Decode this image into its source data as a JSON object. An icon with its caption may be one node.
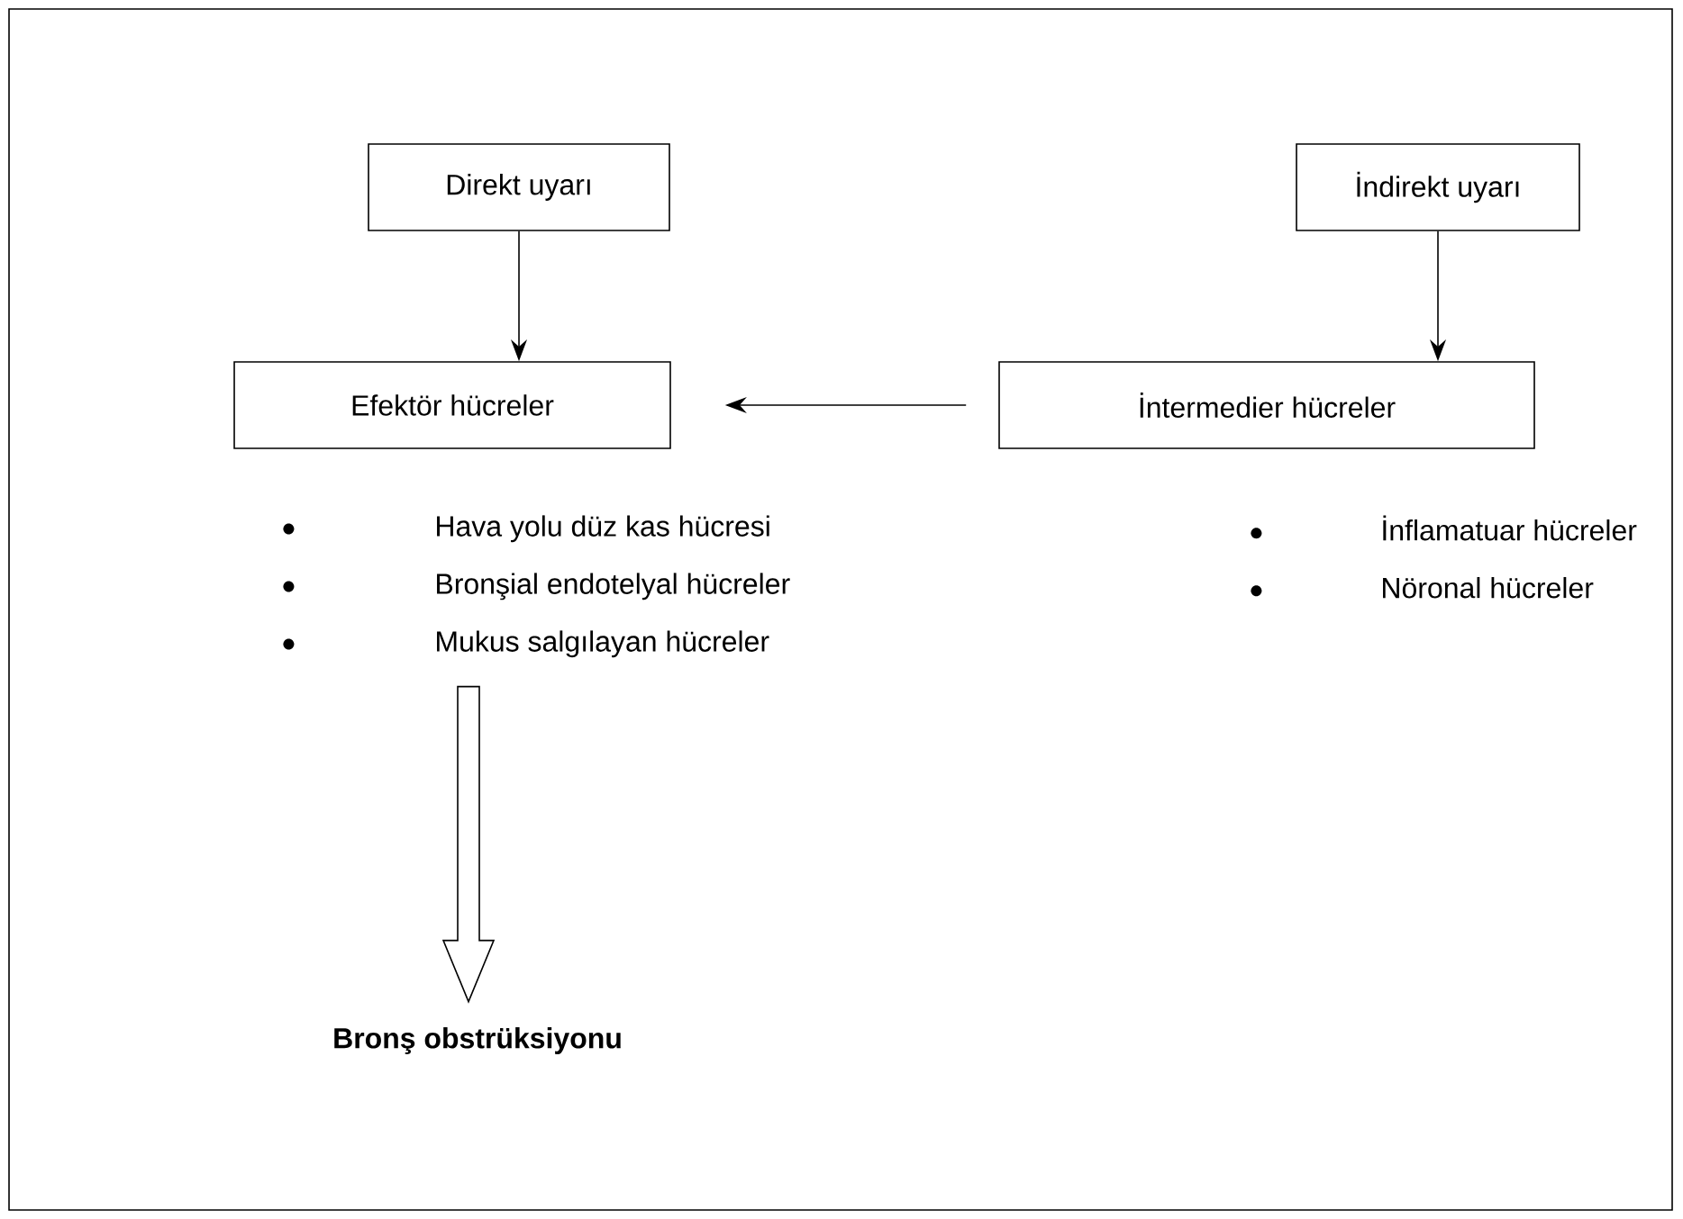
{
  "diagram": {
    "nodes": [
      {
        "text": [
          "Direkt uyarı"
        ]
      },
      {
        "text": [
          "İndirekt uyarı"
        ]
      },
      {
        "text": [
          "Efektör hücreler"
        ]
      },
      {
        "text": [
          "İntermedier hücreler"
        ]
      },
      {
        "text": [
          "Hava yolu düz kas hücresi",
          "Bronşial endotelyal hücreler",
          "Mukus salgılayan hücreler"
        ]
      },
      {
        "text": [
          "Bronş obstrüksiyonu"
        ]
      }
    ],
    "edges": [
      {
        "from": 0,
        "to": 2,
        "arrow": "to"
      },
      {
        "from": 1,
        "to": 3,
        "arrow": "to"
      },
      {
        "from": 3,
        "to": 2,
        "arrow": "to"
      },
      {
        "from": 4,
        "to": 5,
        "arrow": "to",
        "style": "thick"
      }
    ],
    "labels": [
      "İnflamatuar hücreler",
      "Nöronal hücreler"
    ]
  }
}
